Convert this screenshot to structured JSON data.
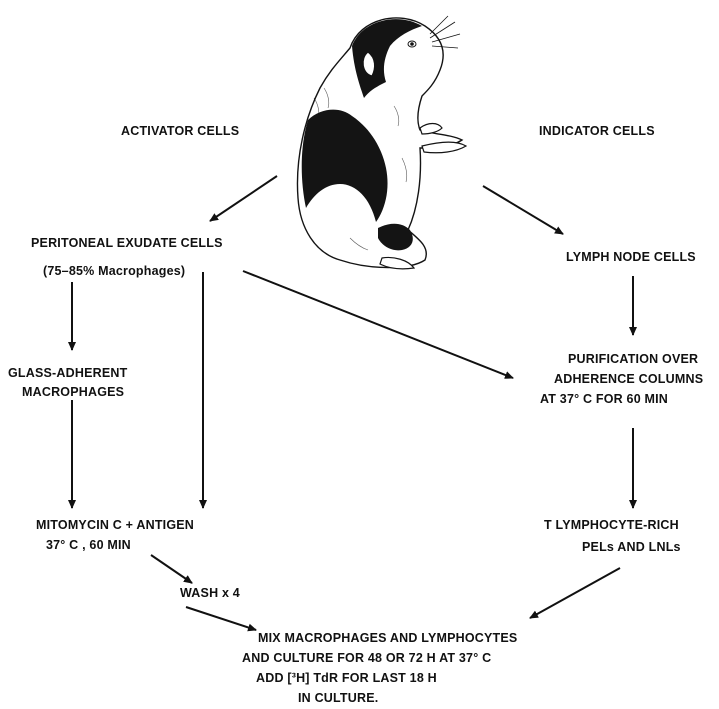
{
  "left_branch": {
    "header": "ACTIVATOR CELLS",
    "pec_line1": "PERITONEAL EXUDATE CELLS",
    "pec_line2": "(75–85% Macrophages)",
    "glass_line1": "GLASS-ADHERENT",
    "glass_line2": "MACROPHAGES",
    "mito_line1": "MITOMYCIN  C + ANTIGEN",
    "mito_line2": "37° C , 60  MIN",
    "wash": "WASH  x 4"
  },
  "right_branch": {
    "header": "INDICATOR CELLS",
    "lymph": "LYMPH  NODE CELLS",
    "purif_line1": "PURIFICATION  OVER",
    "purif_line2": "ADHERENCE  COLUMNS",
    "purif_line3": "AT 37° C  FOR 60 MIN",
    "t_line1": "T    LYMPHOCYTE-RICH",
    "t_line2": "PELs  AND  LNLs"
  },
  "bottom": {
    "line1": "MIX  MACROPHAGES  AND  LYMPHOCYTES",
    "line2": "AND  CULTURE  FOR  48  OR  72  H    AT  37° C",
    "line3": "ADD  [³H] TdR  FOR  LAST  18  H",
    "line4": "IN  CULTURE."
  },
  "colors": {
    "ink": "#111111",
    "animal_dark": "#141414",
    "animal_light": "#ffffff"
  },
  "icons": {
    "animal": "guinea-pig-illustration"
  }
}
